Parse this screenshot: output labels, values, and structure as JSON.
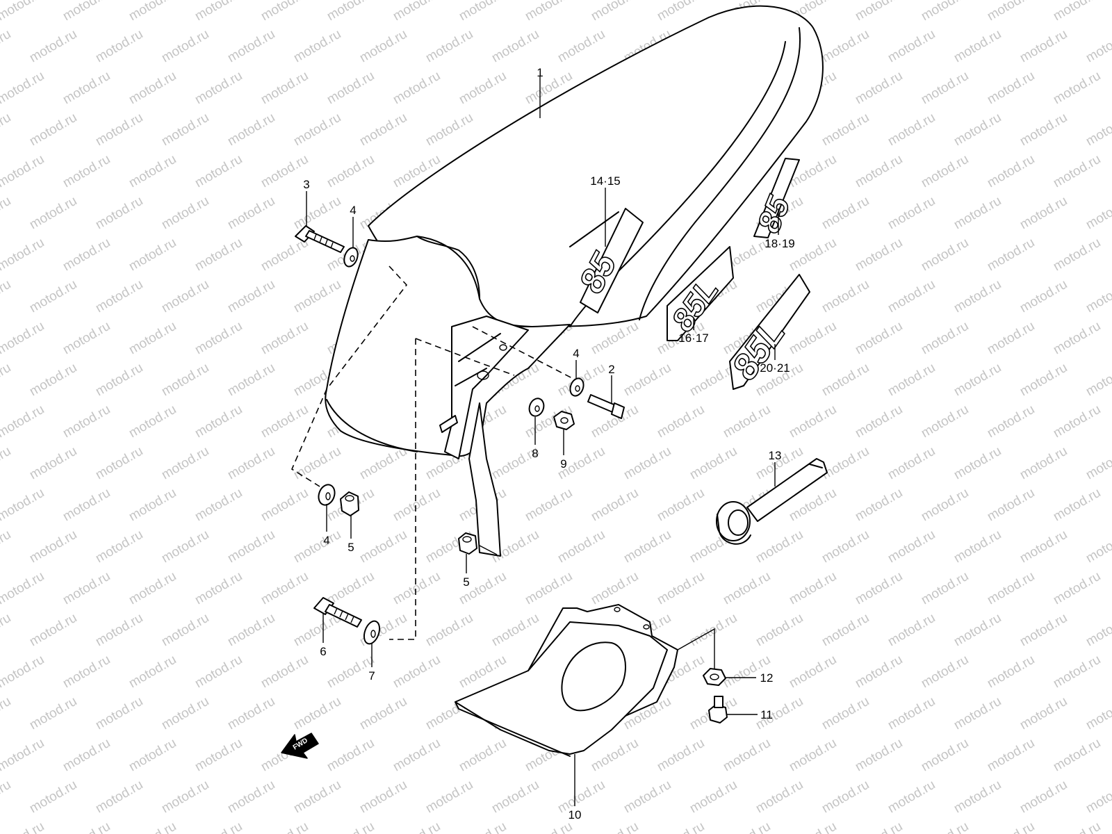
{
  "watermark": "motod.ru",
  "parts": [
    {
      "id": "part-1",
      "label": "1"
    },
    {
      "id": "part-2",
      "label": "2"
    },
    {
      "id": "part-3",
      "label": "3"
    },
    {
      "id": "part-4a",
      "label": "4"
    },
    {
      "id": "part-4b",
      "label": "4"
    },
    {
      "id": "part-4c",
      "label": "4"
    },
    {
      "id": "part-5a",
      "label": "5"
    },
    {
      "id": "part-5b",
      "label": "5"
    },
    {
      "id": "part-6",
      "label": "6"
    },
    {
      "id": "part-7",
      "label": "7"
    },
    {
      "id": "part-8",
      "label": "8"
    },
    {
      "id": "part-9",
      "label": "9"
    },
    {
      "id": "part-10",
      "label": "10"
    },
    {
      "id": "part-11",
      "label": "11"
    },
    {
      "id": "part-12",
      "label": "12"
    },
    {
      "id": "part-13",
      "label": "13"
    },
    {
      "id": "part-14-15",
      "label": "14·15"
    },
    {
      "id": "part-16-17",
      "label": "16·17"
    },
    {
      "id": "part-18-19",
      "label": "18·19"
    },
    {
      "id": "part-20-21",
      "label": "20·21"
    }
  ],
  "emblems": {
    "short": "85",
    "long": "85L"
  },
  "fwd_arrow": "FWD"
}
